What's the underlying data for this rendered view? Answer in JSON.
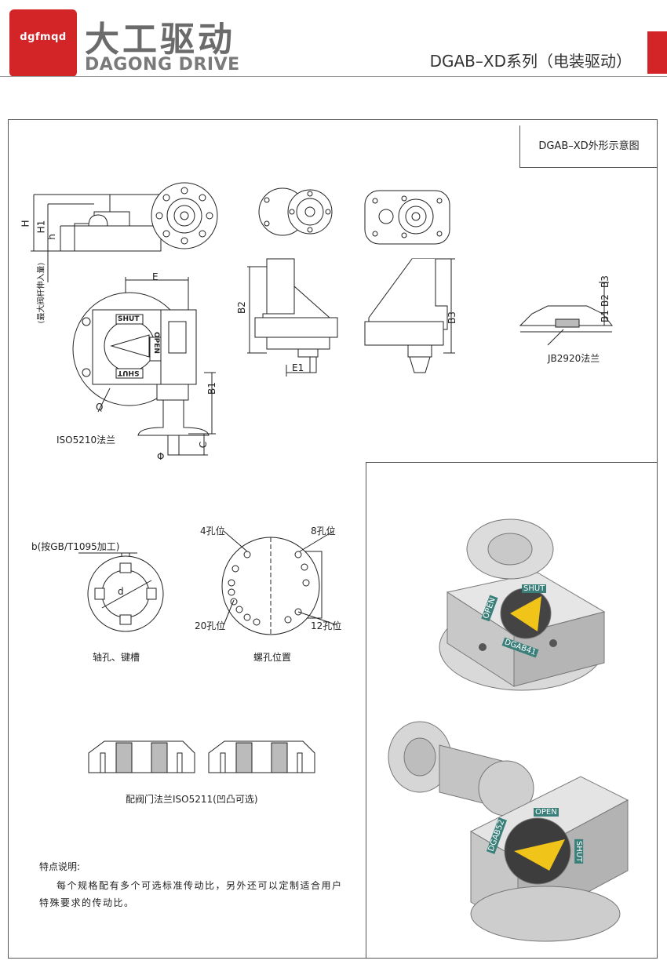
{
  "header": {
    "logo_text": "dgfmqd",
    "brand_cn": "大工驱动",
    "brand_en": "DAGONG DRIVE",
    "series_title": "DGAB–XD系列（电装驱动）",
    "accent_color": "#d32428"
  },
  "drawing": {
    "panel_title": "DGAB–XD外形示意图",
    "dims": {
      "H": "H",
      "H1": "H1",
      "h": "h",
      "E": "E",
      "B1": "B1",
      "B2": "B2",
      "B3": "B3",
      "E1": "E1",
      "C": "C",
      "phi": "Φ",
      "Q": "Q",
      "d": "d",
      "B1s": "B1",
      "B2s": "B2",
      "B3s": "B3"
    },
    "labels": {
      "max_stem": "(最大阀杆伸入量)",
      "shut": "SHUT",
      "open": "OPEN",
      "iso5210": "ISO5210法兰",
      "jb2920": "JB2920法兰",
      "keyway_b": "b(按GB/T1095加工)",
      "holes_4": "4孔位",
      "holes_8": "8孔位",
      "holes_20": "20孔位",
      "holes_12": "12孔位",
      "caption_shaft": "轴孔、键槽",
      "caption_bolt": "螺孔位置",
      "caption_flange": "配阀门法兰ISO5211(凹凸可选)"
    }
  },
  "photos": {
    "top": {
      "shut": "SHUT",
      "open": "OPEN",
      "model": "DGAB41"
    },
    "bottom": {
      "open": "OPEN",
      "shut": "SHUT",
      "model": "DGAB52"
    }
  },
  "features": {
    "title": "特点说明:",
    "body": "每个规格配有多个可选标准传动比，另外还可以定制适合用户特殊要求的传动比。"
  }
}
